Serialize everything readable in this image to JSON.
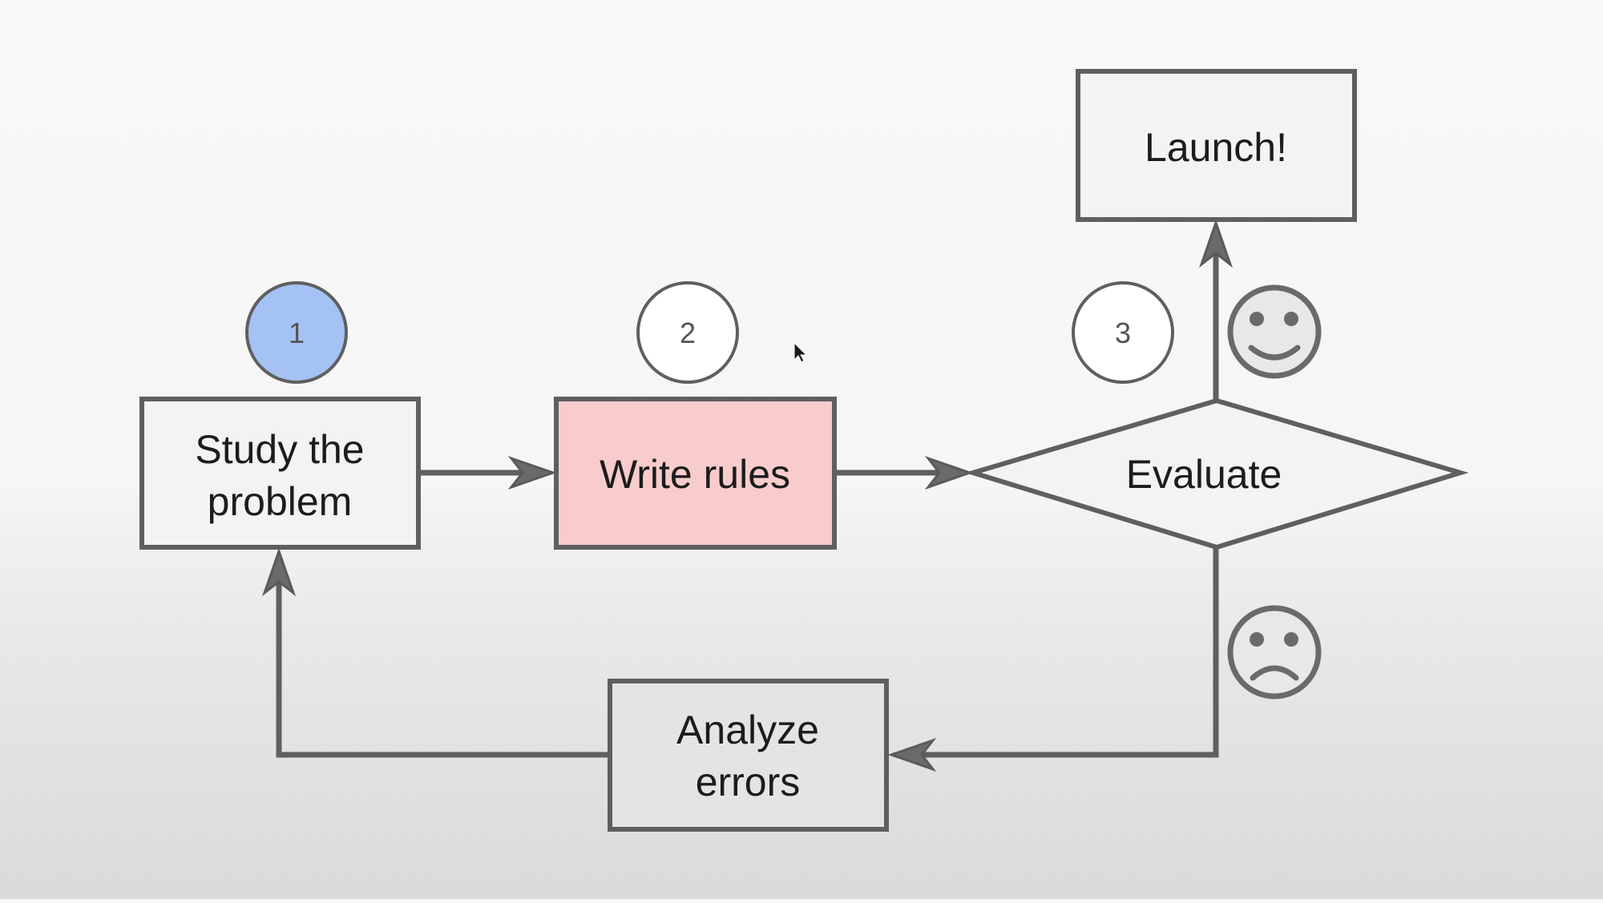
{
  "diagram": {
    "nodes": {
      "study": {
        "line1": "Study the",
        "line2": "problem",
        "fill": "#f3f3f3"
      },
      "write": {
        "label": "Write rules",
        "fill": "#f8cccc"
      },
      "evaluate": {
        "label": "Evaluate",
        "fill": "#f3f3f3"
      },
      "launch": {
        "label": "Launch!",
        "fill": "#f3f3f3"
      },
      "analyze": {
        "line1": "Analyze",
        "line2": "errors",
        "fill": "#e4e4e4"
      }
    },
    "steps": [
      {
        "label": "1",
        "fill": "#a4c2f4"
      },
      {
        "label": "2",
        "fill": "#ffffff"
      },
      {
        "label": "3",
        "fill": "#ffffff"
      }
    ],
    "faces": {
      "happy": "smiley-face-icon",
      "sad": "sad-face-icon"
    },
    "edges": [
      {
        "from": "study",
        "to": "write"
      },
      {
        "from": "write",
        "to": "evaluate"
      },
      {
        "from": "evaluate",
        "to": "launch",
        "condition": "happy"
      },
      {
        "from": "evaluate",
        "to": "analyze",
        "condition": "sad"
      },
      {
        "from": "analyze",
        "to": "study"
      }
    ]
  }
}
